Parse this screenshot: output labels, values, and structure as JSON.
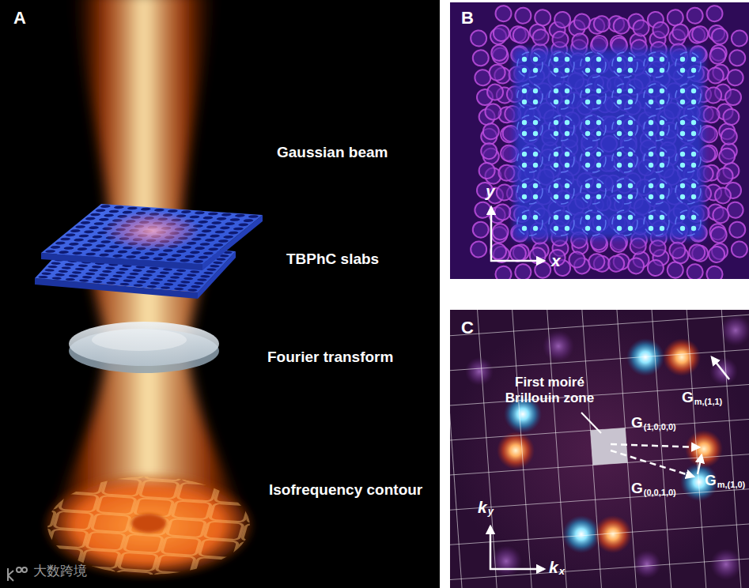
{
  "diagram": {
    "labels": [
      "A",
      "Gaussian beam",
      "TBPhC slabs",
      "Fourier transform",
      "Isofrequency contour",
      "大数跨境",
      "B",
      "y",
      "x",
      "C",
      "First moiré Brillouin zone",
      "G",
      "(1,0,0,0)",
      "G",
      "(0,0,1,0)",
      "G",
      "m,(1,0)",
      "G",
      "m,(1,1)",
      "k",
      "y",
      "k",
      "x"
    ]
  }
}
